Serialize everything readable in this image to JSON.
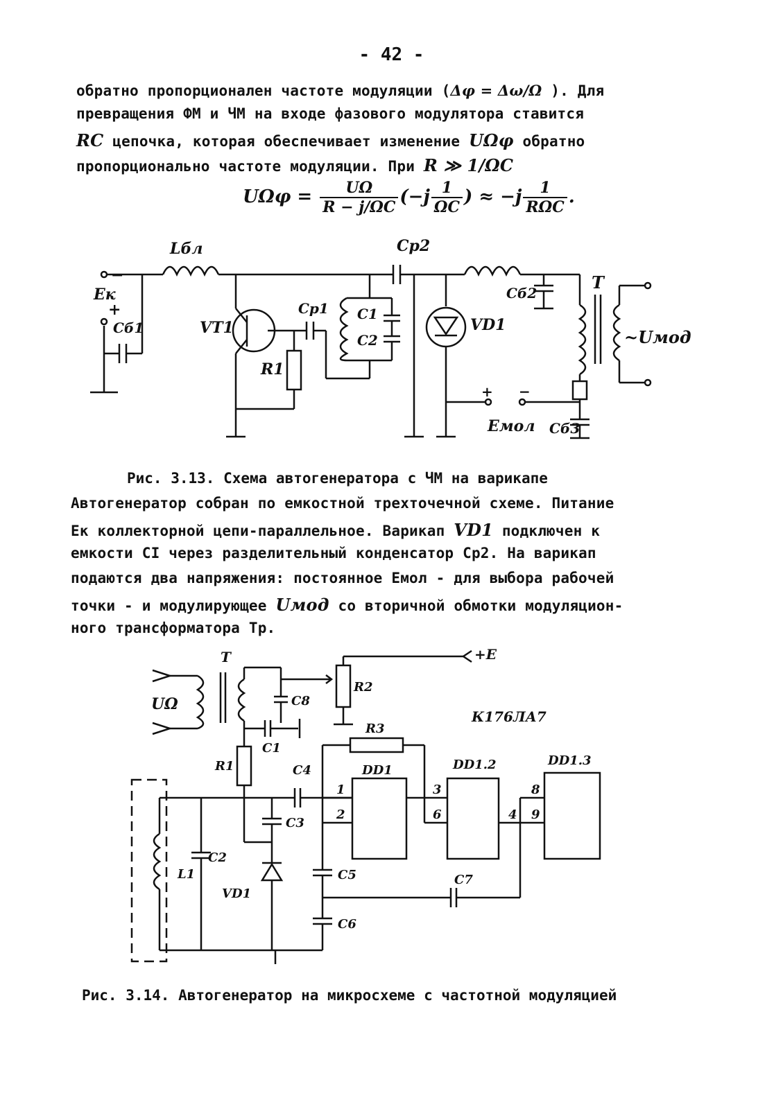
{
  "page_number": "- 42 -",
  "paragraph1": {
    "line1_a": "обратно пропорционален частоте модуляции (",
    "line1_formula": "Δφ = Δω/Ω",
    "line1_b": " ). Для",
    "line2": "превращения ФМ и ЧМ на входе фазового модулятора ставится",
    "line3_rc": "RC",
    "line3_a": " цепочка, которая обеспечивает изменение ",
    "line3_u": "UΩφ",
    "line3_b": " обратно",
    "line4_a": "пропорционально частоте модуляции. При ",
    "line4_cond": "R ≫ 1/ΩC"
  },
  "formula": {
    "lhs": "UΩφ =",
    "frac1_num": "UΩ",
    "frac1_den": "R − j/ΩC",
    "mid": "(−j",
    "frac2_num": "1",
    "frac2_den": "ΩC",
    "mid2": ") ≈ −j",
    "frac3_num": "1",
    "frac3_den": "RΩC",
    "end": "."
  },
  "figure1": {
    "labels": {
      "l_bl": "Lбл",
      "cp2": "Cр2",
      "ek": "Eк",
      "minus": "−",
      "plus": "+",
      "cb1": "Cб1",
      "vt1": "VT1",
      "cp1": "Cр1",
      "c1": "C1",
      "c2": "C2",
      "r1": "R1",
      "vd1": "VD1",
      "cb2": "Cб2",
      "t": "T",
      "umod": "~Uмод",
      "emol": "Eмол",
      "cb3": "Cб3"
    }
  },
  "caption1": "Рис. 3.13. Схема автогенератора с ЧМ на варикапе",
  "paragraph2": {
    "line1": "Автогенератор собран по емкостной трехточечной схеме. Питание",
    "line2_a": "Eк",
    "line2_b": " коллекторной цепи-параллельное. Варикап ",
    "line2_vd": "VD1",
    "line2_c": " подключен к",
    "line3": "емкости CI через разделительный конденсатор Cр2. На варикап",
    "line4": "подаются два напряжения: постоянное Eмол - для выбора рабочей",
    "line5_a": "точки - и модулирующее ",
    "line5_u": "Uмод",
    "line5_b": " со вторичной обмотки модуляцион-",
    "line6": "ного трансформатора Тр."
  },
  "figure2": {
    "labels": {
      "t": "T",
      "plus_e": "+E",
      "u_omega": "UΩ",
      "c8": "C8",
      "r2": "R2",
      "c1": "C1",
      "chip": "К176ЛА7",
      "r3": "R3",
      "dd1": "DD1",
      "dd12": "DD1.2",
      "dd13": "DD1.3",
      "r1": "R1",
      "c4": "C4",
      "pin1": "1",
      "pin2": "2",
      "pin3": "3",
      "pin6": "6",
      "pin4": "4",
      "pin8": "8",
      "pin9": "9",
      "c3": "C3",
      "c2": "C2",
      "l1": "L1",
      "vd1": "VD1",
      "c5": "C5",
      "c7": "C7",
      "c6": "C6"
    }
  },
  "caption2": "Рис. 3.14. Автогенератор на микросхеме с частотной модуляцией"
}
